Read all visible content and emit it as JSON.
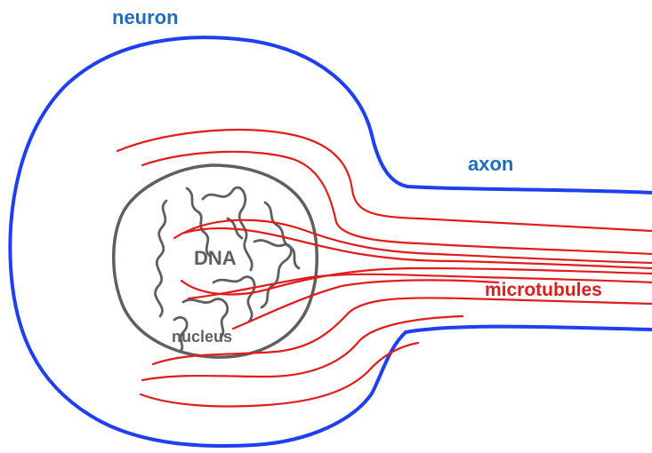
{
  "labels": {
    "neuron": "neuron",
    "axon": "axon",
    "microtubules": "microtubules",
    "dna": "DNA",
    "nucleus": "nucleus"
  },
  "colors": {
    "membrane": "#1f3ff0",
    "microtubule": "#e21b1b",
    "nucleus": "#5f5f5f",
    "label_blue": "#1f6fbf",
    "label_red": "#d91f1f",
    "label_gray": "#5f5f5f"
  }
}
